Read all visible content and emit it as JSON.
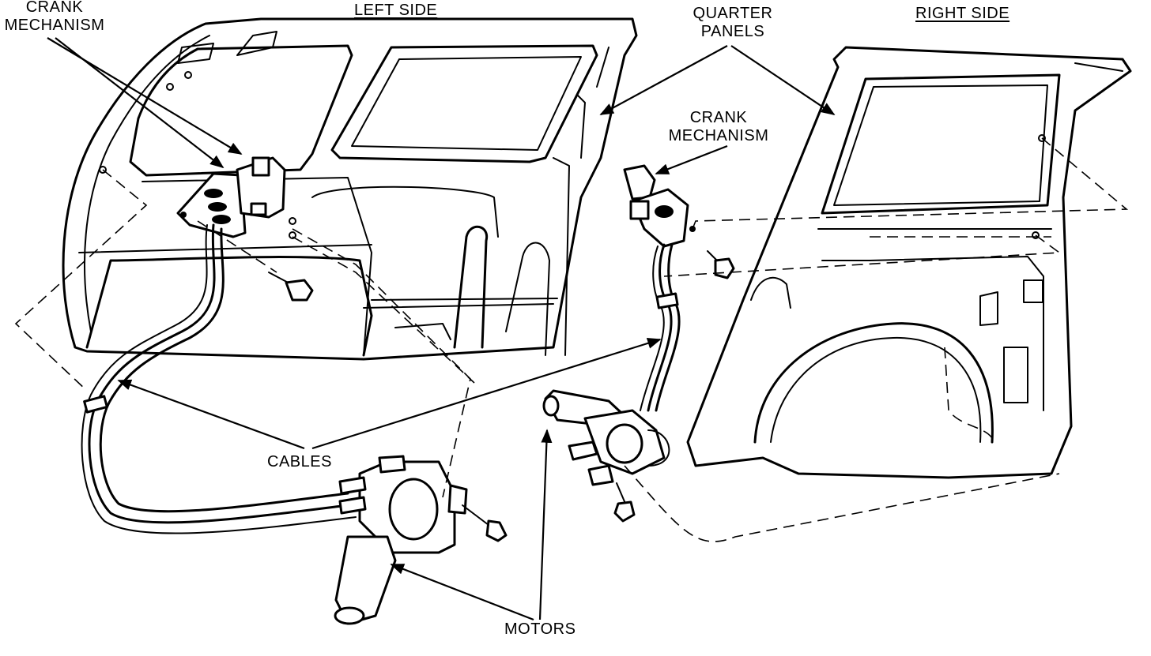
{
  "labels": {
    "left_side": "LEFT SIDE",
    "right_side": "RIGHT SIDE",
    "crank_left_1": "CRANK",
    "crank_left_2": "MECHANISM",
    "crank_right_1": "CRANK",
    "crank_right_2": "MECHANISM",
    "quarter_1": "QUARTER",
    "quarter_2": "PANELS",
    "cables": "CABLES",
    "motors": "MOTORS"
  },
  "icons": {
    "arrowhead": "arrowhead-icon",
    "bolt": "bolt-icon"
  }
}
